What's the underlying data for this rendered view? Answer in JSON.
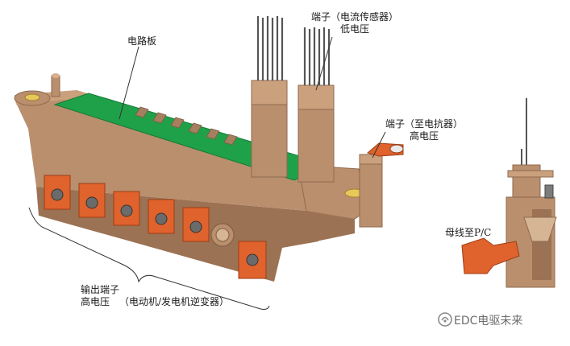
{
  "labels": {
    "pcb": "电路板",
    "sensor_terminal_line1": "端子（电流传感器）",
    "sensor_terminal_line2": "低电压",
    "reactor_terminal_line1": "端子（至电抗器）",
    "reactor_terminal_line2": "高电压",
    "busbar": "母线至P/C",
    "output_terminal_line1": "输出端子",
    "output_terminal_line2": "高电压",
    "output_terminal_note": "（电动机/发电机逆变器）"
  },
  "watermark": {
    "text": "EDC电驱未来",
    "icon": "wechat-official-account-icon"
  },
  "colors": {
    "housing": "#b98f6e",
    "housing_dark": "#8f6a4e",
    "pcb_green": "#1fa14a",
    "terminal_orange": "#e0622c",
    "pin_gray": "#5a5a5a"
  }
}
